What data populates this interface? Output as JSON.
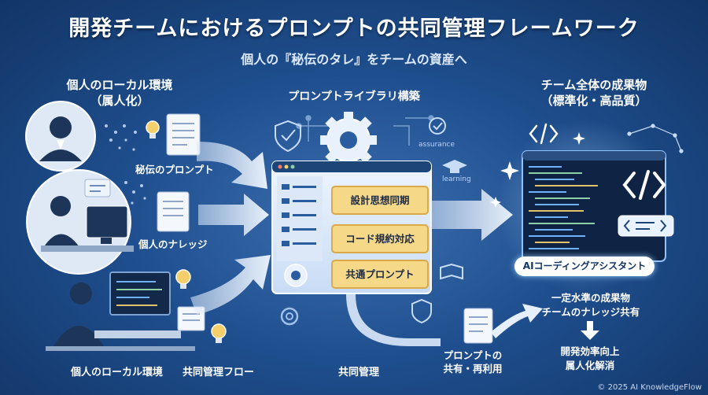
{
  "title": "開発チームにおけるプロンプトの共同管理フレームワーク",
  "subtitle": "個人の『秘伝のタレ』をチームの資産へ",
  "left": {
    "header_line1": "個人のローカル環境",
    "header_line2": "（属人化）",
    "items": [
      {
        "label": "秘伝のプロンプト"
      },
      {
        "label": "個人のナレッジ"
      }
    ],
    "bottom_label": "個人のローカル環境"
  },
  "center": {
    "header": "プロンプトライブラリ構築",
    "tags": [
      "設計思想同期",
      "コード規約対応",
      "共通プロンプト"
    ],
    "side_labels": [
      "assurance",
      "learning"
    ],
    "flow_label": "共同管理フロー",
    "bottom_label": "共同管理",
    "share_label_line1": "プロンプトの",
    "share_label_line2": "共有・再利用"
  },
  "right": {
    "header_line1": "チーム全体の成果物",
    "header_line2": "（標準化・高品質）",
    "assistant_label": "AIコーディングアシスタント",
    "result_line1": "一定水準の成果物",
    "result_line2": "チームのナレッジ共有",
    "outcome_line1": "開発効率向上",
    "outcome_line2": "属人化解消"
  },
  "footer": {
    "copyright": "© 2025 AI KnowledgeFlow"
  },
  "colors": {
    "background": "#1f4f8f",
    "tag_fill": "#f6d889",
    "accent_glow": "#a8d4ff"
  }
}
